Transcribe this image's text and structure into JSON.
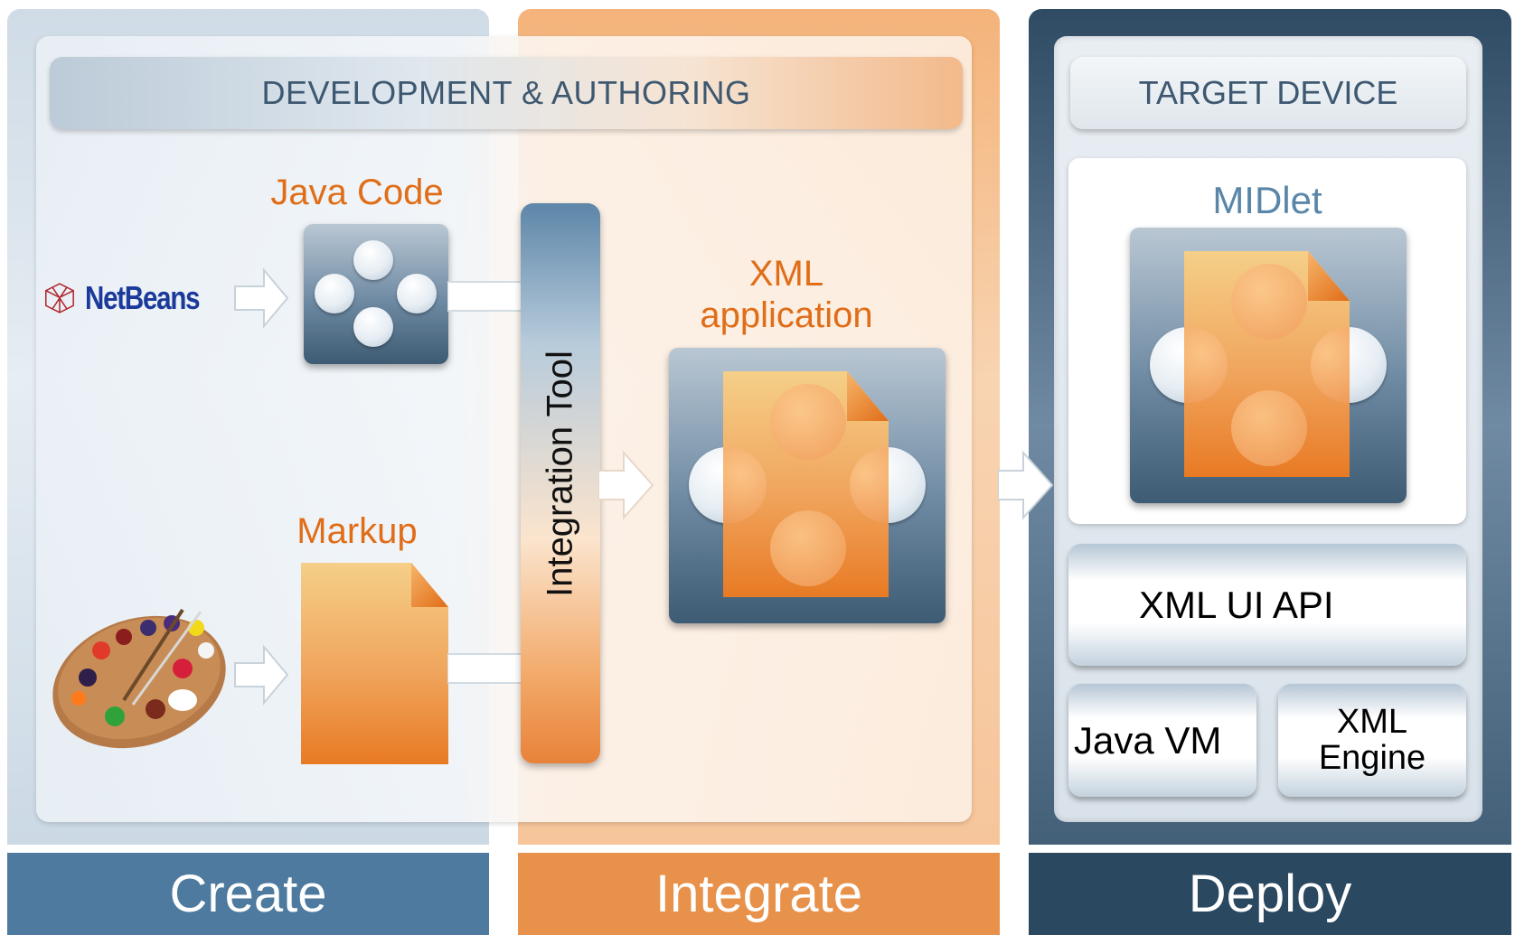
{
  "columns": {
    "create": "Create",
    "integrate": "Integrate",
    "deploy": "Deploy"
  },
  "banners": {
    "development": "DEVELOPMENT & AUTHORING",
    "target": "TARGET DEVICE"
  },
  "nodes": {
    "java_code": "Java Code",
    "markup": "Markup",
    "integration_tool": "Integration Tool",
    "xml_application_line1": "XML",
    "xml_application_line2": "application",
    "midlet": "MIDlet",
    "xml_ui_api": "XML UI API",
    "java_vm": "Java VM",
    "xml_engine_line1": "XML",
    "xml_engine_line2": "Engine"
  },
  "logos": {
    "netbeans": "NetBeans"
  },
  "colors": {
    "create": "#4d7a9e",
    "integrate": "#e8914a",
    "deploy": "#2b4861",
    "orange_label": "#e06d18",
    "netbeans_blue": "#1b3a9a"
  },
  "icons": [
    "netbeans-cube-icon",
    "paint-palette-icon",
    "document-icon"
  ]
}
